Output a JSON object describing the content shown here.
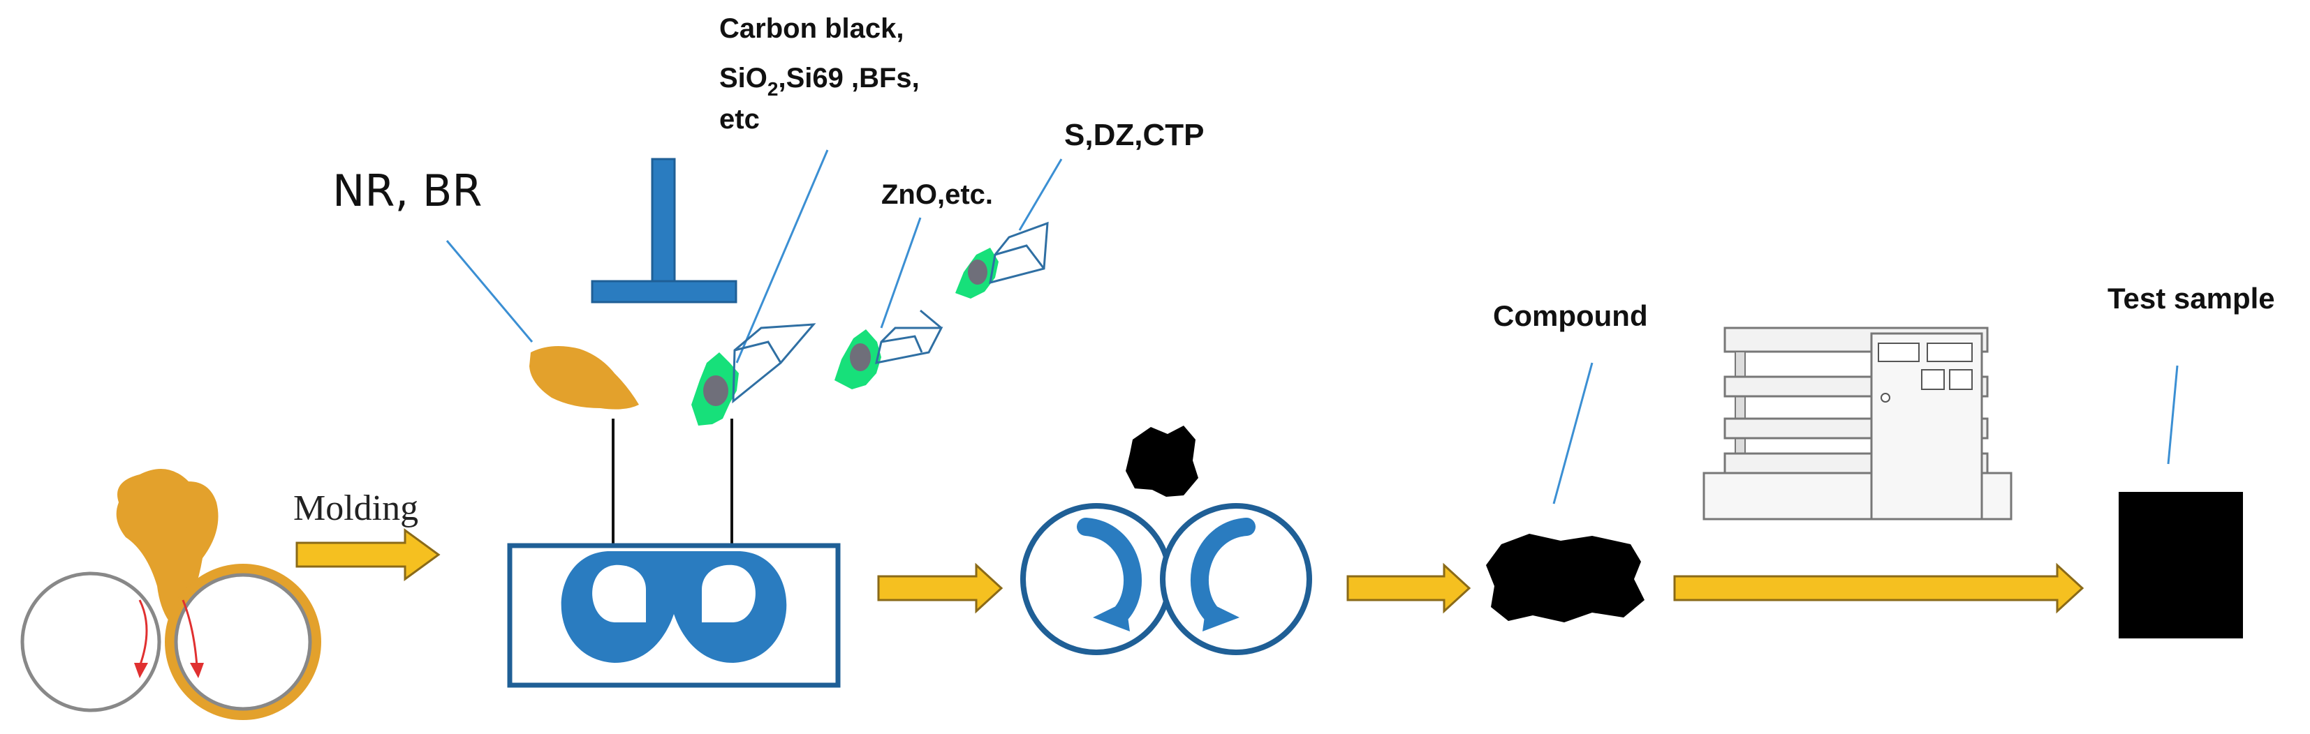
{
  "labels": {
    "nr_br": "NR, BR",
    "fillers_line1": "Carbon black,",
    "fillers_line2_a": "SiO",
    "fillers_line2_sub": "2",
    "fillers_line2_b": ",Si69 ,BFs,",
    "fillers_line3": "etc",
    "zno": "ZnO,etc.",
    "curatives": "S,DZ,CTP",
    "molding": "Molding",
    "compound": "Compound",
    "test_sample": "Test sample"
  },
  "colors": {
    "rubber_orange": "#e3a12c",
    "mixer_blue": "#2a7cc0",
    "outline_blue": "#1f5f96",
    "leader_blue": "#3b8fd3",
    "arrow_yellow": "#f5c020",
    "powder_green": "#17e07a",
    "powder_gray": "#6f6f7a",
    "black": "#000000"
  },
  "icons": [
    "two-roll-mill-icon",
    "internal-mixer-icon",
    "ram-piston-icon",
    "counter-rotating-rotors-icon",
    "hot-press-machine-icon",
    "powder-pile-icon",
    "paper-bag-icon"
  ]
}
